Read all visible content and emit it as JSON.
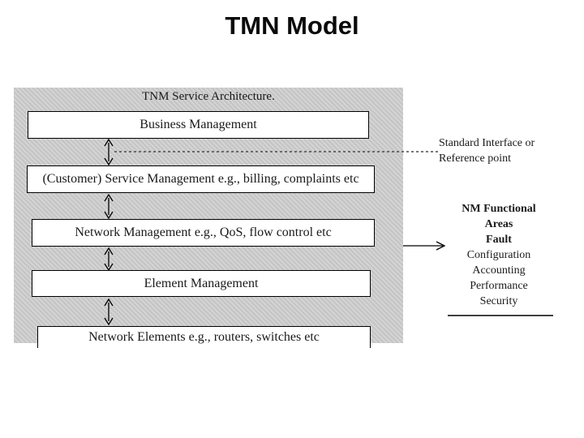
{
  "slide": {
    "title": "TMN Model"
  },
  "diagram": {
    "header": "TNM Service Architecture.",
    "layers": [
      {
        "label": "Business Management"
      },
      {
        "label": "(Customer) Service Management e.g., billing, complaints etc"
      },
      {
        "label": "Network Management e.g., QoS, flow control etc"
      },
      {
        "label": "Element Management"
      },
      {
        "label": "Network Elements e.g., routers, switches etc"
      }
    ]
  },
  "annotations": {
    "standard_interface": {
      "line1": "Standard Interface or",
      "line2": "Reference point"
    },
    "nm_functional": {
      "heading_line1": "NM Functional",
      "heading_line2": "Areas",
      "items": [
        "Fault",
        "Configuration",
        "Accounting",
        "Performance",
        "Security"
      ]
    }
  },
  "colors": {
    "panel_bg": "#cacaca",
    "box_border": "#000000",
    "text": "#1a1a1a"
  }
}
